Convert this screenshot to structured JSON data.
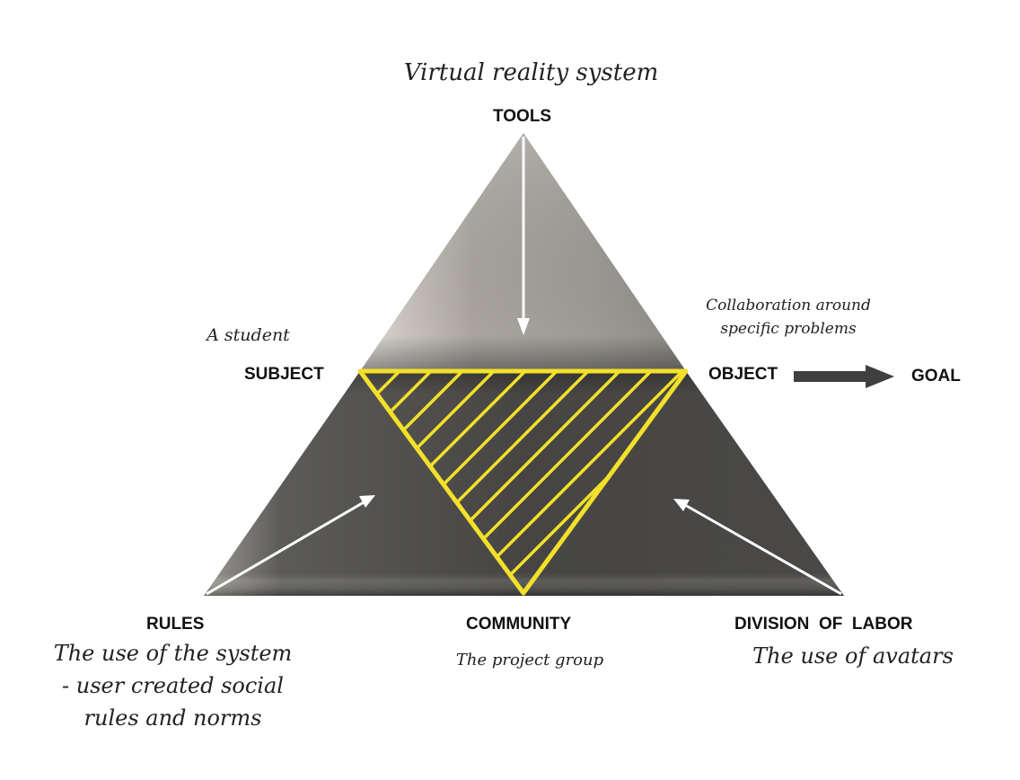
{
  "nodes": {
    "tools": "TOOLS",
    "subject": "SUBJECT",
    "object": "OBJECT",
    "goal": "GOAL",
    "rules": "RULES",
    "community": "COMMUNITY",
    "division_of_labor": "DIVISION  OF  LABOR"
  },
  "annotations": {
    "tools": "Virtual reality system",
    "subject": "A student",
    "object_line1": "Collaboration around",
    "object_line2": "specific problems",
    "rules_line1": "The use of the system",
    "rules_line2": "- user created social",
    "rules_line3": "rules and norms",
    "community": "The project group",
    "division_of_labor": "The use of avatars"
  },
  "colors": {
    "top_fill": "#a19e97",
    "bottom_fill": "#474644",
    "highlight": "#f2e02a",
    "arrow_light": "#ffffff",
    "arrow_dark": "#3f3f3f"
  }
}
